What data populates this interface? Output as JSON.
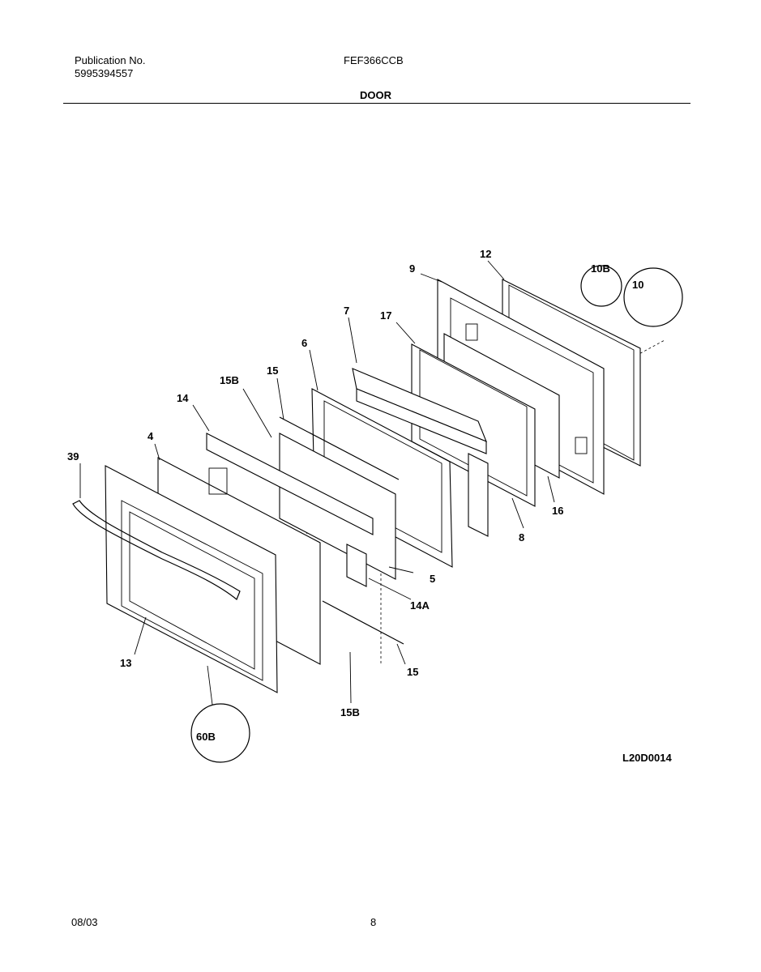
{
  "header": {
    "publication_label": "Publication No.",
    "publication_number": "5995394557",
    "model": "FEF366CCB",
    "section": "DOOR"
  },
  "diagram": {
    "code": "L20D0014",
    "callouts": [
      "39",
      "4",
      "14",
      "15B",
      "15",
      "6",
      "7",
      "17",
      "9",
      "12",
      "10B",
      "10",
      "16",
      "8",
      "5",
      "14A",
      "15",
      "15B",
      "13",
      "60B"
    ]
  },
  "footer": {
    "date": "08/03",
    "page": "8"
  }
}
